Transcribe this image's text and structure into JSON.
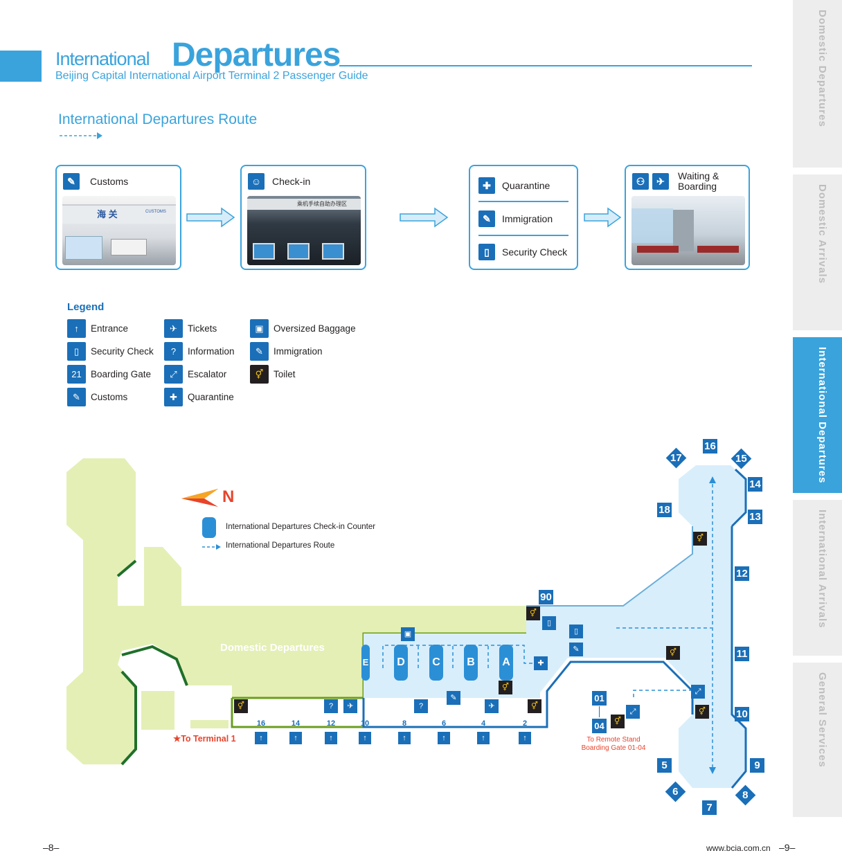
{
  "header": {
    "title_small": "International",
    "title_big": "Departures",
    "subtitle": "Beijing Capital International Airport Terminal 2 Passenger Guide"
  },
  "side_tabs": [
    {
      "label": "Domestic Departures",
      "active": false
    },
    {
      "label": "Domestic Arrivals",
      "active": false
    },
    {
      "label": "International Departures",
      "active": true
    },
    {
      "label": "International  Arrivals",
      "active": false
    },
    {
      "label": "General Services",
      "active": false
    }
  ],
  "route": {
    "title": "International Departures Route",
    "steps": [
      {
        "labels": [
          "Customs"
        ],
        "icons": [
          "customs-icon"
        ]
      },
      {
        "labels": [
          "Check-in"
        ],
        "icons": [
          "check-in-icon"
        ]
      },
      {
        "labels": [
          "Quarantine",
          "Immigration",
          "Security Check"
        ],
        "icons": [
          "quarantine-icon",
          "immigration-icon",
          "security-check-icon"
        ]
      },
      {
        "labels": [
          "Waiting &",
          "Boarding"
        ],
        "icons": [
          "waiting-icon",
          "boarding-icon"
        ]
      }
    ],
    "photo_text": {
      "customs_sign": "海 关",
      "customs_sign_en": "CUSTOMS",
      "checkin_sign": "乘机手续自助办理区"
    }
  },
  "legend": {
    "title": "Legend",
    "items": [
      {
        "label": "Entrance",
        "icon": "entrance-icon",
        "glyph": "↑"
      },
      {
        "label": "Security Check",
        "icon": "security-check-icon",
        "glyph": "▯"
      },
      {
        "label": "Boarding Gate",
        "icon": "boarding-gate-icon",
        "glyph": "21"
      },
      {
        "label": "Customs",
        "icon": "customs-icon",
        "glyph": "✎"
      },
      {
        "label": "Tickets",
        "icon": "tickets-icon",
        "glyph": "✈"
      },
      {
        "label": "Information",
        "icon": "information-icon",
        "glyph": "?"
      },
      {
        "label": "Escalator",
        "icon": "escalator-icon",
        "glyph": "⤢"
      },
      {
        "label": "Quarantine",
        "icon": "quarantine-icon",
        "glyph": "✚"
      },
      {
        "label": "Oversized Baggage",
        "icon": "oversized-baggage-icon",
        "glyph": "▣"
      },
      {
        "label": "Immigration",
        "icon": "immigration-icon",
        "glyph": "✎"
      },
      {
        "label": "Toilet",
        "icon": "toilet-icon",
        "glyph": "⚥"
      }
    ]
  },
  "map": {
    "north_label": "N",
    "key_counter": "International Departures Check-in Counter",
    "key_route": "International Departures Route",
    "domestic_label": "Domestic Departures",
    "to_terminal1": "★To Terminal 1",
    "remote_stand": [
      "To Remote Stand",
      "Boarding Gate 01-04"
    ],
    "counters": [
      "E",
      "D",
      "C",
      "B",
      "A"
    ],
    "pier_gates": [
      "16",
      "17",
      "15",
      "14",
      "18",
      "13",
      "12",
      "90",
      "11",
      "10",
      "5",
      "9",
      "6",
      "8",
      "7",
      "01",
      "04"
    ],
    "south_gates": [
      "16",
      "14",
      "12",
      "10",
      "8",
      "6",
      "4",
      "2"
    ],
    "colors": {
      "domestic": "#e4efb6",
      "domestic_border": "#1f6f2a",
      "international": "#d8eefb",
      "international_border": "#1a6fb8",
      "accent": "#3aa3dc"
    }
  },
  "footer": {
    "left_page": "–8–",
    "url": "www.bcia.com.cn",
    "right_page": "–9–"
  }
}
